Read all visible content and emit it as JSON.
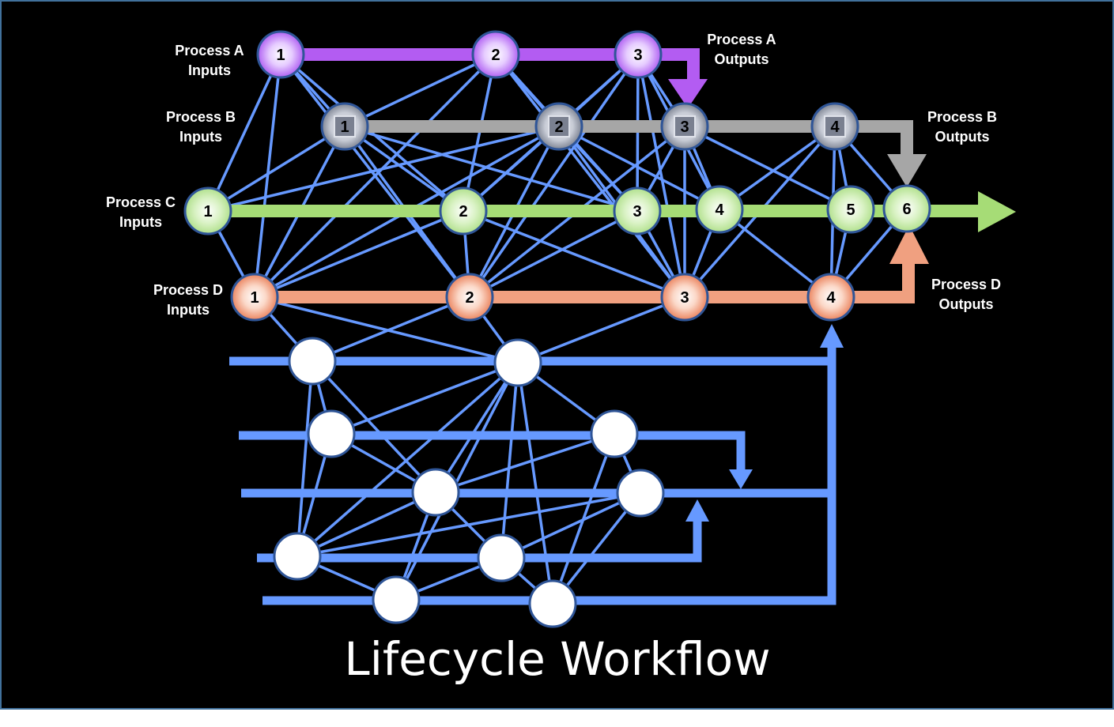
{
  "title": "Lifecycle Workflow",
  "colors": {
    "background": "#000000",
    "border": "#41719c",
    "mesh_line": "#6699ff",
    "node_outline": "#2f5597",
    "process_a": "#b35cf2",
    "process_b": "#a6a6a6",
    "process_c": "#a6dc76",
    "process_d": "#f0a080",
    "resource_node": "#ffffff"
  },
  "processes": [
    {
      "id": "A",
      "input_label": [
        "Process A",
        "Inputs"
      ],
      "output_label": [
        "Process A",
        "Outputs"
      ],
      "steps": [
        "1",
        "2",
        "3"
      ]
    },
    {
      "id": "B",
      "input_label": [
        "Process B",
        "Inputs"
      ],
      "output_label": [
        "Process B",
        "Outputs"
      ],
      "steps": [
        "1",
        "2",
        "3",
        "4"
      ]
    },
    {
      "id": "C",
      "input_label": [
        "Process C",
        "Inputs"
      ],
      "output_label": null,
      "steps": [
        "1",
        "2",
        "3",
        "4",
        "5",
        "6"
      ]
    },
    {
      "id": "D",
      "input_label": [
        "Process D",
        "Inputs"
      ],
      "output_label": [
        "Process D",
        "Outputs"
      ],
      "steps": [
        "1",
        "2",
        "3",
        "4"
      ]
    }
  ],
  "flows": [
    {
      "from": "A3",
      "to": "B3",
      "kind": "process-A-output"
    },
    {
      "from": "B4",
      "to": "C6",
      "kind": "process-B-output"
    },
    {
      "from": "D4",
      "to": "C6",
      "kind": "process-D-output"
    },
    {
      "from": "C6",
      "to": "end",
      "kind": "final-output"
    }
  ],
  "resource_lanes": 5,
  "resource_nodes": 10
}
